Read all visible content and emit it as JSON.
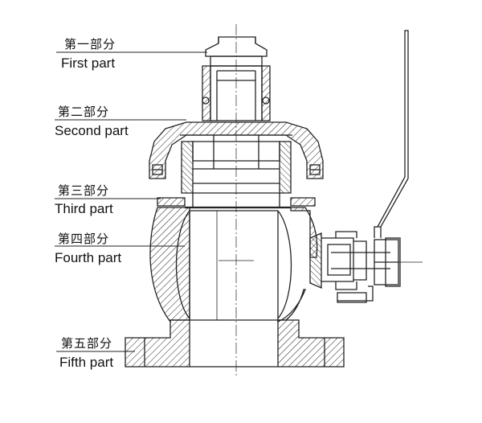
{
  "labels": [
    {
      "cn": "第一部分",
      "en": "First part"
    },
    {
      "cn": "第二部分",
      "en": "Second part"
    },
    {
      "cn": "第三部分",
      "en": "Third part"
    },
    {
      "cn": "第四部分",
      "en": "Fourth part"
    },
    {
      "cn": "第五部分",
      "en": "Fifth part"
    }
  ],
  "colors": {
    "ink": "#222222",
    "background": "#ffffff"
  }
}
